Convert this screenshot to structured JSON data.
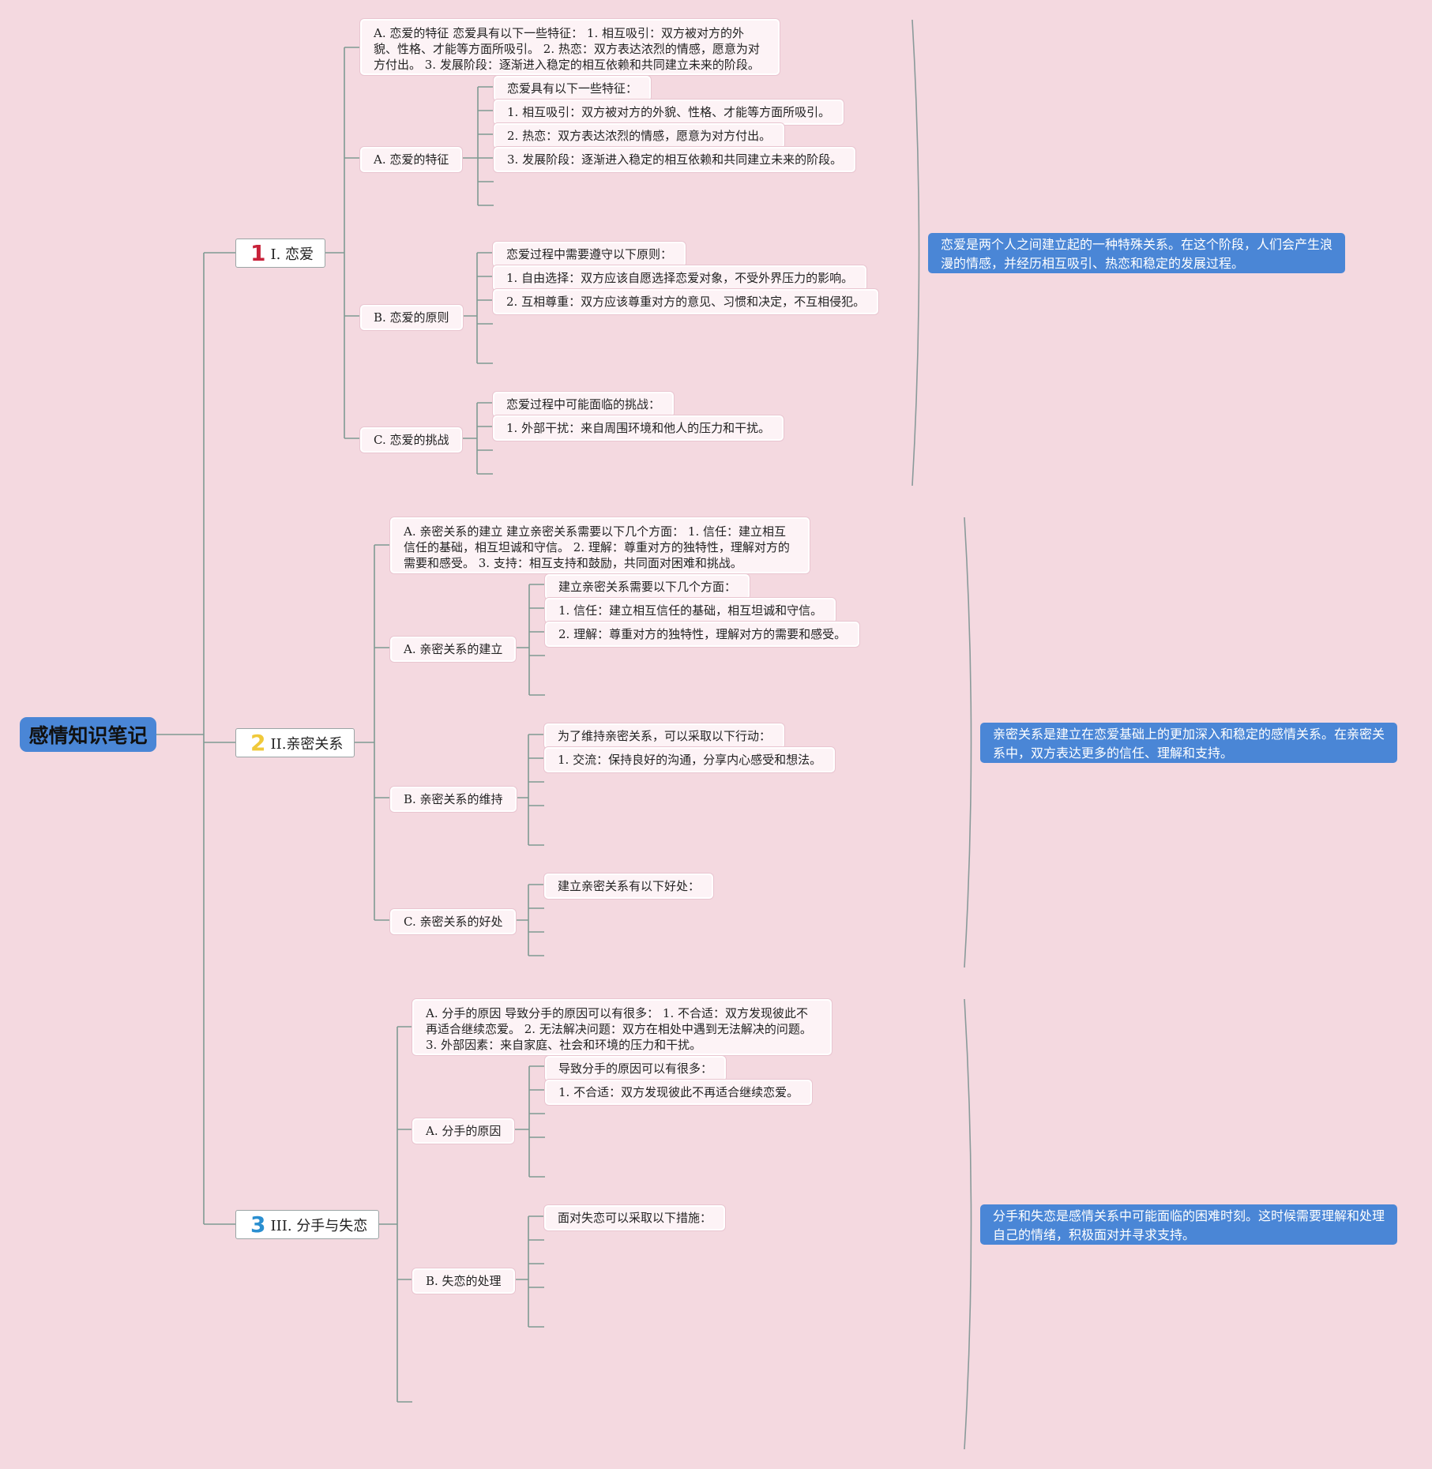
{
  "root": {
    "label": "感情知识笔记",
    "color": "#4a86d6"
  },
  "branches": [
    {
      "number": "1",
      "number_color": "#c8223a",
      "label": "I. 恋爱",
      "summary": "恋爱是两个人之间建立起的一种特殊关系。在这个阶段，人们会产生浪漫的情感，并经历相互吸引、热恋和稳定的发展过程。",
      "overview": "A. 恋爱的特征 恋爱具有以下一些特征： 1. 相互吸引：双方被对方的外貌、性格、才能等方面所吸引。 2. 热恋：双方表达浓烈的情感，愿意为对方付出。 3. 发展阶段：逐渐进入稳定的相互依赖和共同建立未来的阶段。",
      "subs": [
        {
          "label": "A. 恋爱的特征",
          "items": [
            "恋爱具有以下一些特征：",
            "1. 相互吸引：双方被对方的外貌、性格、才能等方面所吸引。",
            "2. 热恋：双方表达浓烈的情感，愿意为对方付出。",
            "3. 发展阶段：逐渐进入稳定的相互依赖和共同建立未来的阶段。"
          ]
        },
        {
          "label": "B. 恋爱的原则",
          "items": [
            "恋爱过程中需要遵守以下原则：",
            "1. 自由选择：双方应该自愿选择恋爱对象，不受外界压力的影响。",
            "2. 互相尊重：双方应该尊重对方的意见、习惯和决定，不互相侵犯。"
          ]
        },
        {
          "label": "C. 恋爱的挑战",
          "items": [
            "恋爱过程中可能面临的挑战：",
            "1. 外部干扰：来自周围环境和他人的压力和干扰。"
          ]
        }
      ]
    },
    {
      "number": "2",
      "number_color": "#f0c93a",
      "label": "II.亲密关系",
      "summary": "亲密关系是建立在恋爱基础上的更加深入和稳定的感情关系。在亲密关系中，双方表达更多的信任、理解和支持。",
      "overview": "A. 亲密关系的建立 建立亲密关系需要以下几个方面： 1. 信任：建立相互信任的基础，相互坦诚和守信。 2. 理解：尊重对方的独特性，理解对方的需要和感受。 3. 支持：相互支持和鼓励，共同面对困难和挑战。",
      "subs": [
        {
          "label": "A. 亲密关系的建立",
          "items": [
            "建立亲密关系需要以下几个方面：",
            "1. 信任：建立相互信任的基础，相互坦诚和守信。",
            "2. 理解：尊重对方的独特性，理解对方的需要和感受。"
          ]
        },
        {
          "label": "B. 亲密关系的维持",
          "items": [
            "为了维持亲密关系，可以采取以下行动：",
            "1. 交流：保持良好的沟通，分享内心感受和想法。"
          ]
        },
        {
          "label": "C. 亲密关系的好处",
          "items": [
            "建立亲密关系有以下好处："
          ]
        }
      ]
    },
    {
      "number": "3",
      "number_color": "#2a8fd0",
      "label": "III. 分手与失恋",
      "summary": "分手和失恋是感情关系中可能面临的困难时刻。这时候需要理解和处理自己的情绪，积极面对并寻求支持。",
      "overview": "A. 分手的原因 导致分手的原因可以有很多： 1. 不合适：双方发现彼此不再适合继续恋爱。 2. 无法解决问题：双方在相处中遇到无法解决的问题。 3. 外部因素：来自家庭、社会和环境的压力和干扰。",
      "subs": [
        {
          "label": "A. 分手的原因",
          "items": [
            "导致分手的原因可以有很多：",
            "1. 不合适：双方发现彼此不再适合继续恋爱。"
          ]
        },
        {
          "label": "B. 失恋的处理",
          "items": [
            "面对失恋可以采取以下措施："
          ]
        }
      ]
    }
  ]
}
